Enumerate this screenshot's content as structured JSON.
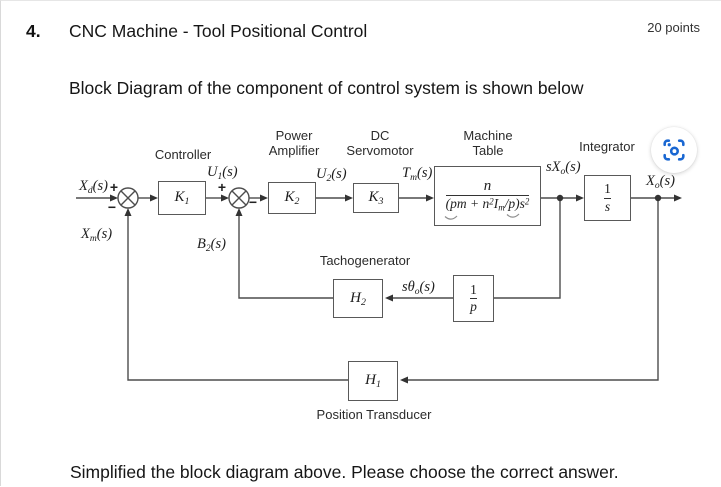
{
  "header": {
    "number": "4.",
    "title": "CNC Machine - Tool Positional Control",
    "points": "20 points"
  },
  "intro": "Block Diagram of the component of control system is shown below",
  "footer": "Simplified the block diagram above. Please choose the correct answer.",
  "diagram": {
    "line_color": "#4d4d4d",
    "captions": {
      "controller": "Controller",
      "power_amplifier": "Power\nAmplifier",
      "dc_servomotor": "DC\nServomotor",
      "machine_table": "Machine\nTable",
      "integrator": "Integrator",
      "tachogenerator": "Tachogenerator",
      "position_transducer": "Position Transducer"
    },
    "blocks": {
      "k1": "K_{1}",
      "k2": "K_{2}",
      "k3": "K_{3}",
      "machine_table_num": "n",
      "machine_table_den": "(pm + n^{2}I_{m}/p)s^{2}",
      "integrator_num": "1",
      "integrator_den": "s",
      "inv_p_num": "1",
      "inv_p_den": "p",
      "h1": "H_{1}",
      "h2": "H_{2}"
    },
    "signals": {
      "input": "X_{d}(s)",
      "measured": "X_{m}(s)",
      "u1": "U_{1}(s)",
      "u2": "U_{2}(s)",
      "tm": "T_{m}(s)",
      "sxo": "sX_{o}(s)",
      "xo": "X_{o}(s)",
      "b2": "B_{2}(s)",
      "stheta": "sθ_{o}(s)"
    },
    "signs": {
      "sum1_plus": "+",
      "sum1_minus": "−",
      "sum2_plus": "+",
      "sum2_minus": "−"
    }
  },
  "lens_button": {
    "color": "#1967d2"
  }
}
